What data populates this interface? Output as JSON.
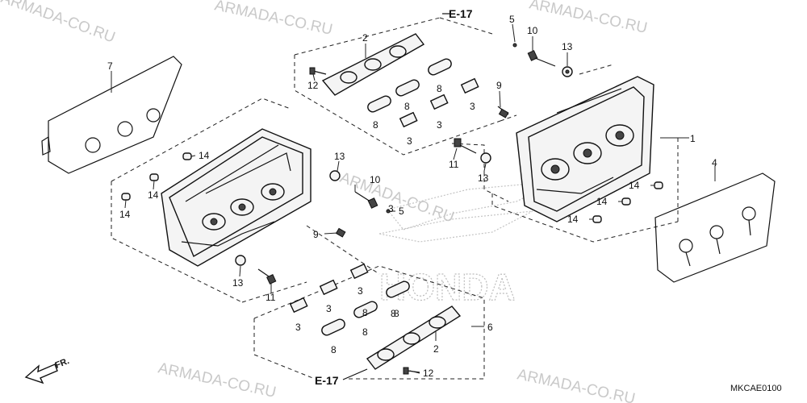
{
  "watermarks": [
    "ARMADA-CO.RU",
    "ARMADA-CO.RU",
    "ARMADA-CO.RU",
    "ARMADA-CO.RU",
    "ARMADA-CO.RU",
    "ARMADA-CO.RU"
  ],
  "brand_mark": "HONDA",
  "ref_labels": [
    "E-17",
    "E-17"
  ],
  "direction_label": "FR.",
  "diagram_code": "MKCAE0100",
  "callouts": [
    "1",
    "2",
    "2",
    "3",
    "3",
    "3",
    "3",
    "3",
    "3",
    "3",
    "4",
    "5",
    "5",
    "6",
    "7",
    "8",
    "8",
    "8",
    "8",
    "8",
    "8",
    "8",
    "8",
    "9",
    "9",
    "10",
    "10",
    "11",
    "11",
    "12",
    "12",
    "13",
    "13",
    "13",
    "13",
    "14",
    "14",
    "14",
    "14",
    "14",
    "14"
  ]
}
